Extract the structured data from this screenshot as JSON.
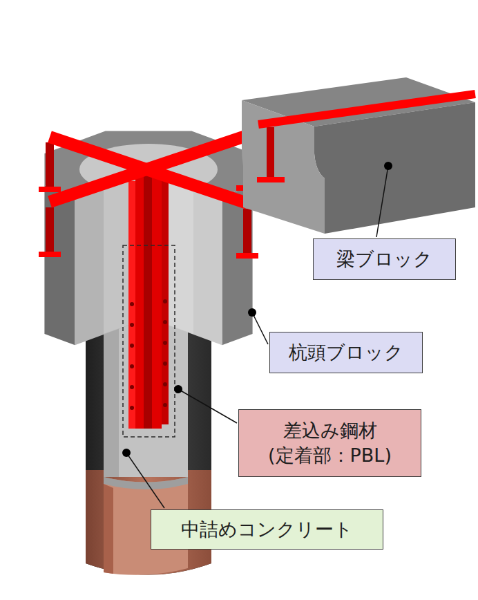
{
  "diagram": {
    "nodes": [
      {
        "text": [
          "梁ブロック"
        ]
      },
      {
        "text": [
          "杭頭ブロック"
        ]
      },
      {
        "text": [
          "差込み鋼材 (定着部：PBL)"
        ]
      },
      {
        "text": [
          "中詰めコンクリート"
        ]
      }
    ]
  }
}
